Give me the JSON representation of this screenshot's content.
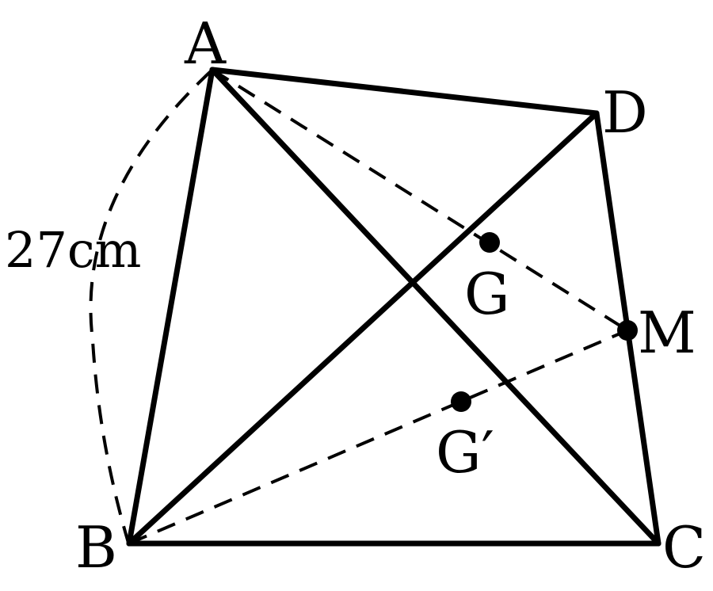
{
  "points": {
    "A": "A",
    "B": "B",
    "C": "C",
    "D": "D",
    "M": "M",
    "G": "G",
    "G_prime": "G′"
  },
  "measure_label": "27cm",
  "colors": {
    "stroke": "#000000",
    "background": "#ffffff"
  }
}
